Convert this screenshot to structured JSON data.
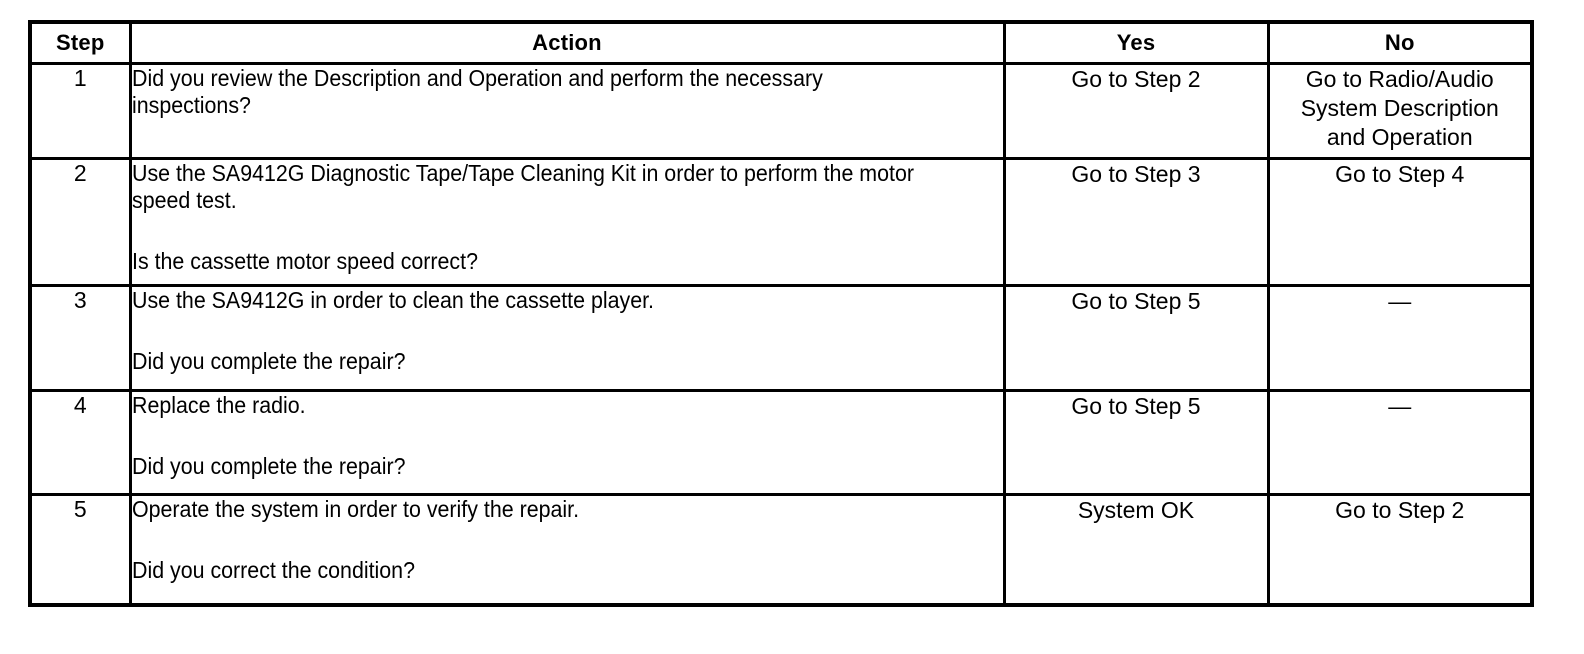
{
  "table": {
    "columns": [
      {
        "key": "step",
        "label": "Step"
      },
      {
        "key": "action",
        "label": "Action"
      },
      {
        "key": "yes",
        "label": "Yes"
      },
      {
        "key": "no",
        "label": "No"
      }
    ],
    "rows": [
      {
        "step": "1",
        "action_line1": "Did you review the Description and Operation and perform the necessary inspections?",
        "action_line2": "",
        "has_gap": false,
        "yes": "Go to Step 2",
        "no": "Go to Radio/Audio\nSystem Description\nand Operation"
      },
      {
        "step": "2",
        "action_line1": "Use the SA9412G Diagnostic Tape/Tape Cleaning Kit in order to perform the motor speed test.",
        "action_line2": "Is the cassette motor speed correct?",
        "has_gap": true,
        "yes": "Go to Step 3",
        "no": "Go to Step 4"
      },
      {
        "step": "3",
        "action_line1": "Use the SA9412G in order to clean the cassette player.",
        "action_line2": "Did you complete the repair?",
        "has_gap": true,
        "yes": "Go to Step 5",
        "no": "—"
      },
      {
        "step": "4",
        "action_line1": "Replace the radio.",
        "action_line2": "Did you complete the repair?",
        "has_gap": true,
        "yes": "Go to Step 5",
        "no": "—"
      },
      {
        "step": "5",
        "action_line1": "Operate the system in order to verify the repair.",
        "action_line2": "Did you correct the condition?",
        "has_gap": true,
        "yes": "System OK",
        "no": "Go to Step 2"
      }
    ]
  },
  "style": {
    "border_color": "#000000",
    "background": "#ffffff",
    "text_color": "#000000"
  }
}
